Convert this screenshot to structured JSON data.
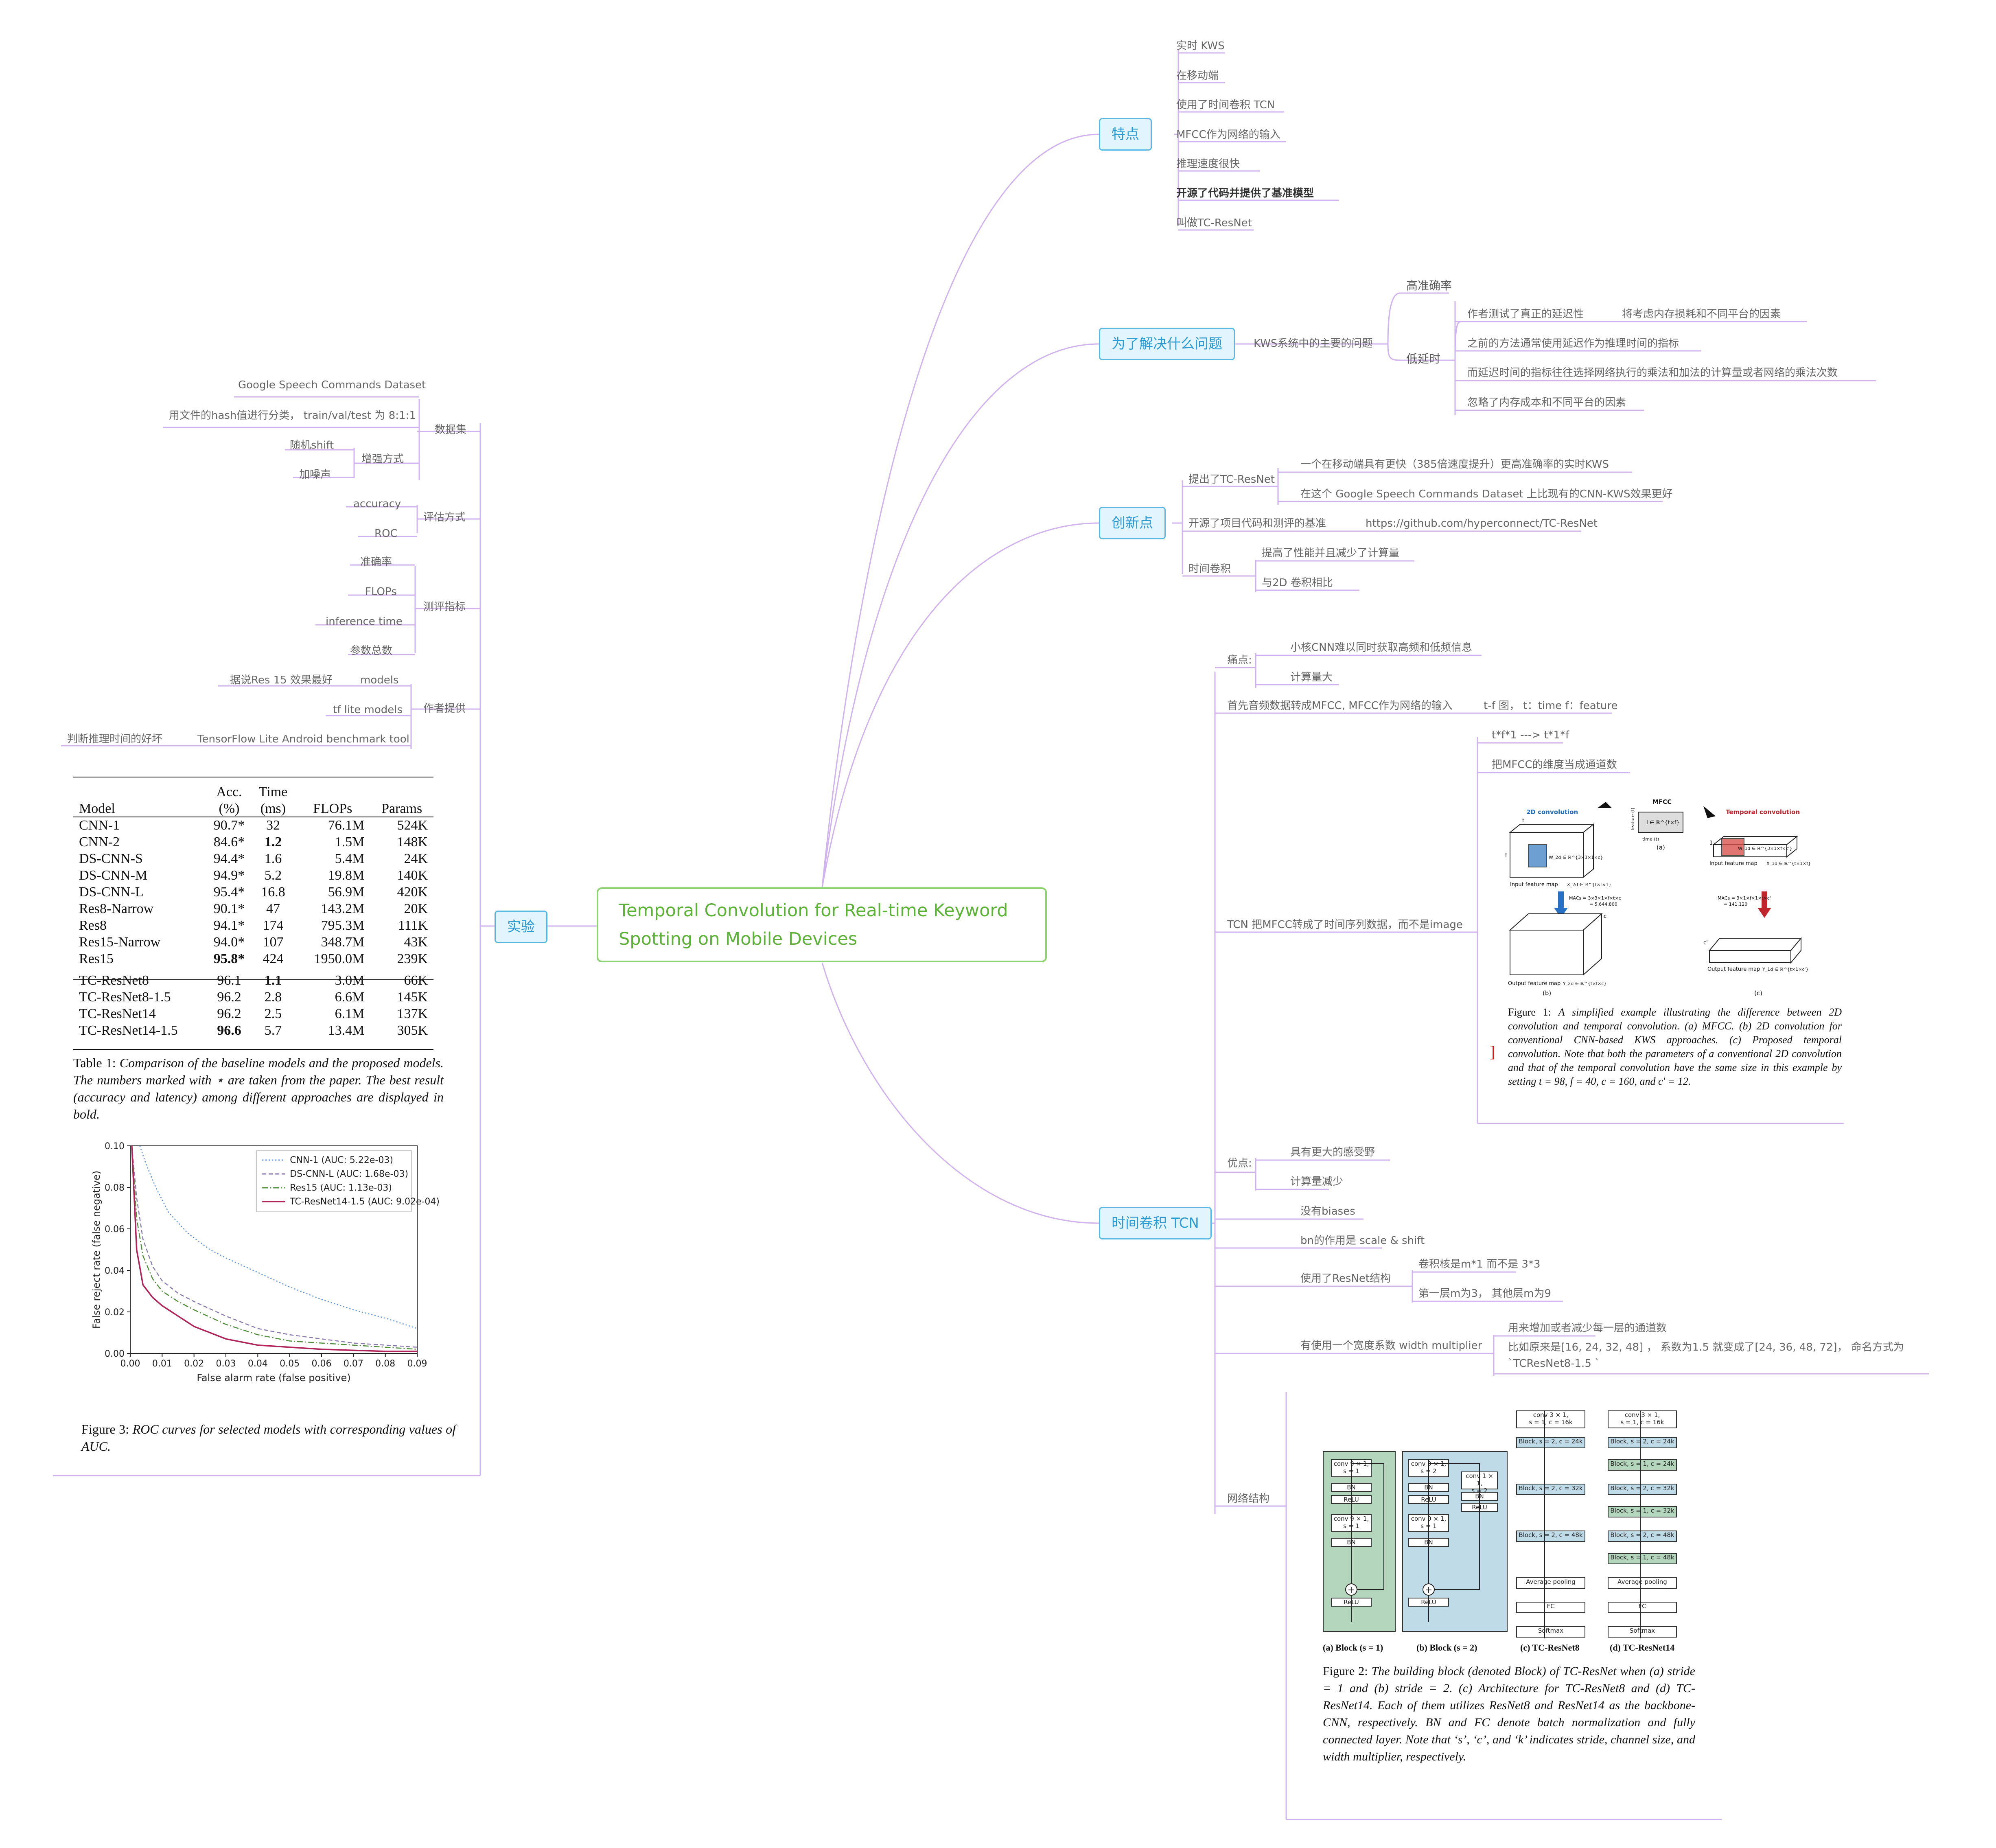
{
  "root": {
    "title": "Temporal Convolution for Real-time Keyword Spotting on Mobile Devices"
  },
  "branches": {
    "features": {
      "label": "特点",
      "items": [
        "实时 KWS",
        "在移动端",
        "使用了时间卷积 TCN",
        "MFCC作为网络的输入",
        "推理速度很快",
        "开源了代码并提供了基准模型",
        "叫做TC-ResNet"
      ]
    },
    "problem": {
      "label": "为了解决什么问题",
      "main": "KWS系统中的主要的问题",
      "high_acc": "高准确率",
      "low_latency": "低延时",
      "lat_items": [
        "作者测试了真正的延迟性",
        "之前的方法通常使用延迟作为推理时间的指标",
        "而延迟时间的指标往往选择网络执行的乘法和加法的计算量或者网络的乘法次数",
        "忽略了内存成本和不同平台的因素"
      ],
      "lat_sub": "将考虑内存损耗和不同平台的因素"
    },
    "innovation": {
      "label": "创新点",
      "proposed": "提出了TC-ResNet",
      "proposed_items": [
        "一个在移动端具有更快（385倍速度提升）更高准确率的实时KWS",
        "在这个 Google Speech Commands Dataset  上比现有的CNN-KWS效果更好"
      ],
      "opensource": "开源了项目代码和测评的基准",
      "url": "https://github.com/hyperconnect/TC-ResNet",
      "temporal": "时间卷积",
      "temporal_items": [
        "提高了性能并且减少了计算量",
        "与2D 卷积相比"
      ]
    },
    "tcn": {
      "label": "时间卷积 TCN",
      "pain": "痛点:",
      "pain_items": [
        "小核CNN难以同时获取高频和低频信息",
        "计算量大"
      ],
      "mfcc": "首先音频数据转成MFCC, MFCC作为网络的输入",
      "mfcc_sub": "t-f 图，  t：time f：feature",
      "tcn_conv": "TCN 把MFCC转成了时间序列数据，而不是image",
      "tcn_items": [
        "t*f*1 ---> t*1*f",
        "把MFCC的维度当成通道数"
      ],
      "adv": "优点:",
      "adv_items": [
        "具有更大的感受野",
        "计算量减少"
      ],
      "nobias": "没有biases",
      "bn": "bn的作用是 scale & shift",
      "resnet": "使用了ResNet结构",
      "resnet_items": [
        "卷积核是m*1 而不是 3*3",
        "第一层m为3，  其他层m为9"
      ],
      "width": "有使用一个宽度系数 width multiplier",
      "width_items": [
        "用来增加或者减少每一层的通道数",
        "比如原来是[16, 24, 32, 48] ，  系数为1.5 就变成了[24, 36, 48, 72]，  命名方式为`TCResNet8-1.5 `"
      ],
      "structure": "网络结构"
    },
    "experiment": {
      "label": "实验",
      "dataset": "数据集",
      "dataset_items": [
        "Google Speech Commands Dataset",
        "用文件的hash值进行分类，  train/val/test 为 8:1:1"
      ],
      "augment": "增强方式",
      "augment_items": [
        "随机shift",
        "加噪声"
      ],
      "eval": "评估方式",
      "eval_items": [
        "accuracy",
        "ROC"
      ],
      "metrics": "测评指标",
      "metrics_items": [
        "准确率",
        "FLOPs",
        "inference time",
        "参数总数"
      ],
      "provided": "作者提供",
      "models": "models",
      "models_sub": "据说Res 15 效果最好",
      "tflite": "tf lite models",
      "benchmark": "TensorFlow Lite Android benchmark tool",
      "benchmark_sub": "判断推理时间的好坏"
    }
  },
  "table1": {
    "headers": [
      "Model",
      "Acc. (%)",
      "Time (ms)",
      "FLOPs",
      "Params"
    ],
    "rows": [
      [
        "CNN-1",
        "90.7*",
        "32",
        "76.1M",
        "524K"
      ],
      [
        "CNN-2",
        "84.6*",
        "1.2",
        "1.5M",
        "148K"
      ],
      [
        "DS-CNN-S",
        "94.4*",
        "1.6",
        "5.4M",
        "24K"
      ],
      [
        "DS-CNN-M",
        "94.9*",
        "5.2",
        "19.8M",
        "140K"
      ],
      [
        "DS-CNN-L",
        "95.4*",
        "16.8",
        "56.9M",
        "420K"
      ],
      [
        "Res8-Narrow",
        "90.1*",
        "47",
        "143.2M",
        "20K"
      ],
      [
        "Res8",
        "94.1*",
        "174",
        "795.3M",
        "111K"
      ],
      [
        "Res15-Narrow",
        "94.0*",
        "107",
        "348.7M",
        "43K"
      ],
      [
        "Res15",
        "95.8*",
        "424",
        "1950.0M",
        "239K"
      ]
    ],
    "rows2": [
      [
        "TC-ResNet8",
        "96.1",
        "1.1",
        "3.0M",
        "66K"
      ],
      [
        "TC-ResNet8-1.5",
        "96.2",
        "2.8",
        "6.6M",
        "145K"
      ],
      [
        "TC-ResNet14",
        "96.2",
        "2.5",
        "6.1M",
        "137K"
      ],
      [
        "TC-ResNet14-1.5",
        "96.6",
        "5.7",
        "13.4M",
        "305K"
      ]
    ],
    "caption_lead": "Table 1:",
    "caption": "Comparison of the baseline models and the proposed models.  The numbers marked with ⋆ are taken from the paper. The best result (accuracy and latency) among different approaches are displayed in bold."
  },
  "chart_data": {
    "type": "line",
    "xlabel": "False alarm rate (false positive)",
    "ylabel": "False reject rate (false negative)",
    "xlim": [
      0,
      0.09
    ],
    "ylim": [
      0,
      0.1
    ],
    "xticks": [
      "0.00",
      "0.01",
      "0.02",
      "0.03",
      "0.04",
      "0.05",
      "0.06",
      "0.07",
      "0.08",
      "0.09"
    ],
    "yticks": [
      "0.00",
      "0.02",
      "0.04",
      "0.06",
      "0.08",
      "0.10"
    ],
    "legend": "top-right",
    "series": [
      {
        "name": "CNN-1 (AUC: 5.22e-03)",
        "color": "#5b8fd6",
        "dash": "3,5",
        "x": [
          0.003,
          0.005,
          0.008,
          0.012,
          0.018,
          0.025,
          0.03,
          0.04,
          0.05,
          0.06,
          0.07,
          0.08,
          0.09
        ],
        "y": [
          0.1,
          0.091,
          0.08,
          0.068,
          0.058,
          0.05,
          0.046,
          0.039,
          0.032,
          0.026,
          0.021,
          0.017,
          0.012
        ]
      },
      {
        "name": "DS-CNN-L (AUC: 1.68e-03)",
        "color": "#8a7ab0",
        "dash": "10,6",
        "x": [
          0.0005,
          0.002,
          0.004,
          0.007,
          0.01,
          0.015,
          0.02,
          0.03,
          0.04,
          0.05,
          0.06,
          0.07,
          0.08,
          0.09
        ],
        "y": [
          0.1,
          0.075,
          0.055,
          0.042,
          0.035,
          0.029,
          0.025,
          0.018,
          0.012,
          0.009,
          0.007,
          0.005,
          0.004,
          0.003
        ]
      },
      {
        "name": "Res15 (AUC: 1.13e-03)",
        "color": "#4f8f3a",
        "dash": "14,5,3,5",
        "x": [
          0.0005,
          0.002,
          0.004,
          0.007,
          0.01,
          0.015,
          0.02,
          0.03,
          0.04,
          0.05,
          0.06,
          0.07,
          0.08,
          0.09
        ],
        "y": [
          0.1,
          0.065,
          0.047,
          0.036,
          0.03,
          0.025,
          0.021,
          0.014,
          0.009,
          0.006,
          0.005,
          0.004,
          0.003,
          0.002
        ]
      },
      {
        "name": "TC-ResNet14-1.5 (AUC: 9.02e-04)",
        "color": "#b0245a",
        "dash": "",
        "x": [
          0.0005,
          0.002,
          0.004,
          0.007,
          0.01,
          0.015,
          0.02,
          0.03,
          0.04,
          0.05,
          0.06,
          0.07,
          0.08,
          0.09
        ],
        "y": [
          0.1,
          0.05,
          0.033,
          0.027,
          0.023,
          0.018,
          0.013,
          0.007,
          0.004,
          0.003,
          0.002,
          0.0015,
          0.001,
          0.001
        ]
      }
    ]
  },
  "figure3": {
    "caption_lead": "Figure 3:",
    "caption": "ROC curves for selected models with corresponding values of AUC."
  },
  "figure1": {
    "label_2d": "2D convolution",
    "label_mfcc": "MFCC",
    "label_temporal": "Temporal convolution",
    "mfcc_dim": "I ∈ ℝ^{t×f}",
    "axis_feature": "feature (f)",
    "axis_time": "time (t)",
    "sub_a": "(a)",
    "sub_b": "(b)",
    "sub_c": "(c)",
    "in_map_2d": "Input feature map",
    "in_map_2d_sym": "X_2d ∈ ℝ^{t×f×1}",
    "in_map_t": "Input feature map",
    "in_map_t_sym": "X_1d ∈ ℝ^{t×1×f}",
    "w_2d": "W_2d ∈ ℝ^{3×3×1×c}",
    "w_1d": "W_1d ∈ ℝ^{3×1×f×c'}",
    "macs_2d": "MACs = 3×3×1×f×t×c",
    "macs_2d_val": "= 5,644,800",
    "macs_1d": "MACs = 3×1×f×1×t×c'",
    "macs_1d_val": "= 141,120",
    "out_map_2d": "Output feature map",
    "out_map_2d_sym": "Y_2d ∈ ℝ^{t×f×c}",
    "out_map_1d": "Output feature map",
    "out_map_1d_sym": "Y_1d ∈ ℝ^{t×1×c'}",
    "axis_t": "t",
    "axis_f": "f",
    "axis_1": "1",
    "axis_c": "c",
    "axis_cp": "c'",
    "caption_lead": "Figure 1:",
    "caption": "A simplified example illustrating the difference between 2D convolution and temporal convolution. (a) MFCC. (b) 2D convolution for conventional CNN-based KWS approaches. (c) Proposed temporal convolution.  Note that both the parameters of a conventional 2D convolution and that of the temporal convolution have the same size in this example by setting t = 98, f = 40, c = 160, and c′ = 12."
  },
  "figure2": {
    "block_a": [
      "conv 9 × 1,\ns = 1",
      "BN",
      "ReLU",
      "conv 9 × 1,\ns = 1",
      "BN",
      "ReLU"
    ],
    "block_b": [
      "conv 9 × 1,\ns = 2",
      "BN",
      "ReLU",
      "conv 9 × 1,\ns = 1",
      "BN",
      "ReLU"
    ],
    "block_b_side": [
      "conv 1 × 1,\ns = 2",
      "BN",
      "ReLU"
    ],
    "tc8": [
      "conv 3 × 1,\ns = 1, c = 16k",
      "Block, s = 2, c = 24k",
      "Block, s = 2, c = 32k",
      "Block, s = 2, c = 48k",
      "Average pooling",
      "FC",
      "Softmax"
    ],
    "tc14": [
      "conv 3 × 1,\ns = 1, c = 16k",
      "Block, s = 2, c = 24k",
      "Block, s = 1, c = 24k",
      "Block, s = 2, c = 32k",
      "Block, s = 1, c = 32k",
      "Block, s = 2, c = 48k",
      "Block, s = 1, c = 48k",
      "Average pooling",
      "FC",
      "Softmax"
    ],
    "labels": [
      "(a) Block (s = 1)",
      "(b) Block (s = 2)",
      "(c) TC-ResNet8",
      "(d) TC-ResNet14"
    ],
    "caption_lead": "Figure 2:",
    "caption": "The building block (denoted Block) of TC-ResNet when (a) stride = 1 and (b) stride = 2. (c) Architecture for TC-ResNet8 and (d) TC-ResNet14.  Each of them utilizes ResNet8 and ResNet14 as the backbone-CNN, respectively.  BN and FC denote batch normalization and fully connected layer. Note that ‘s’, ‘c’, and ‘k’ indicates stride, channel size, and width multiplier, respectively."
  },
  "colors": {
    "branch_line": "#c9a8ea",
    "root_border": "#8bd36e",
    "branch_bg": "#e2f4fd",
    "branch_border": "#5ab9e3"
  }
}
